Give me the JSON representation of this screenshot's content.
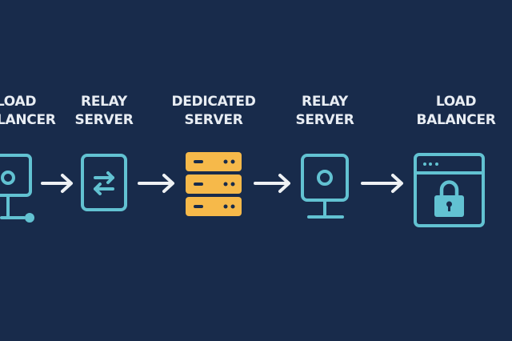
{
  "colors": {
    "background": "#182b4b",
    "teal": "#62c2d2",
    "orange": "#f6b94a",
    "arrow": "#eef1f4",
    "text": "#e8edf3"
  },
  "nodes": [
    {
      "line1": "LOAD",
      "line2": "BALANCER",
      "icon": "monitor-network-icon"
    },
    {
      "line1": "RELAY",
      "line2": "SERVER",
      "icon": "swap-arrows-icon"
    },
    {
      "line1": "DEDICATED",
      "line2": "SERVER",
      "icon": "server-rack-icon"
    },
    {
      "line1": "RELAY",
      "line2": "SERVER",
      "icon": "monitor-icon"
    },
    {
      "line1": "LOAD",
      "line2": "BALANCER",
      "icon": "browser-lock-icon"
    }
  ]
}
